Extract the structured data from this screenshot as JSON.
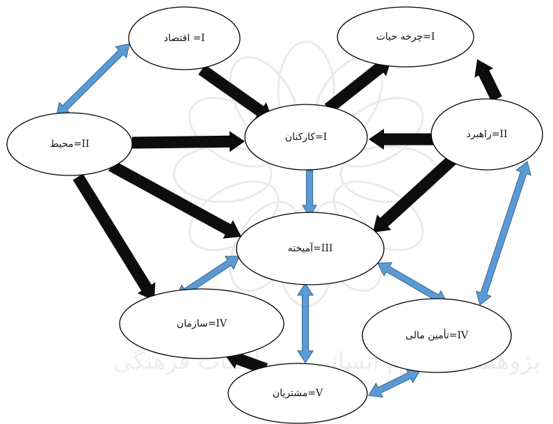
{
  "nodes": {
    "economy": "اقتصاد =I",
    "lifecycle": "چرخه حیات=I",
    "environment": "محیط=II",
    "employees": "کارکنان=I",
    "strategy": "راهبرد=II",
    "mix": "آمیخته=III",
    "organization": "سازمان=IV",
    "finance": "تأمین مالی=IV",
    "customers": "مشتریان=V"
  },
  "watermark_text": "پژوهشگاه علوم انسانی و مطالعات فرهنگی",
  "colors": {
    "black_arrow": "#0d0d0d",
    "blue_arrow": "#5b9bd5",
    "blue_outline": "#41719c",
    "node_stroke": "#000000",
    "node_fill": "#ffffff"
  },
  "edges": [
    {
      "from": "economy",
      "to": "employees",
      "style": "black"
    },
    {
      "from": "environment",
      "to": "employees",
      "style": "black"
    },
    {
      "from": "environment",
      "to": "mix",
      "style": "black"
    },
    {
      "from": "environment",
      "to": "organization",
      "style": "black"
    },
    {
      "from": "employees",
      "to": "lifecycle",
      "style": "black"
    },
    {
      "from": "strategy",
      "to": "lifecycle",
      "style": "black"
    },
    {
      "from": "strategy",
      "to": "employees",
      "style": "black"
    },
    {
      "from": "strategy",
      "to": "mix",
      "style": "black"
    },
    {
      "from": "customers",
      "to": "organization",
      "style": "black"
    },
    {
      "from": "employees",
      "to": "mix",
      "style": "blue"
    },
    {
      "from": "economy",
      "to": "environment",
      "style": "blue-double"
    },
    {
      "from": "mix",
      "to": "organization",
      "style": "blue-double"
    },
    {
      "from": "mix",
      "to": "customers",
      "style": "blue-double"
    },
    {
      "from": "mix",
      "to": "finance",
      "style": "blue-double"
    },
    {
      "from": "strategy",
      "to": "finance",
      "style": "blue-double"
    },
    {
      "from": "customers",
      "to": "finance",
      "style": "blue-double"
    }
  ]
}
